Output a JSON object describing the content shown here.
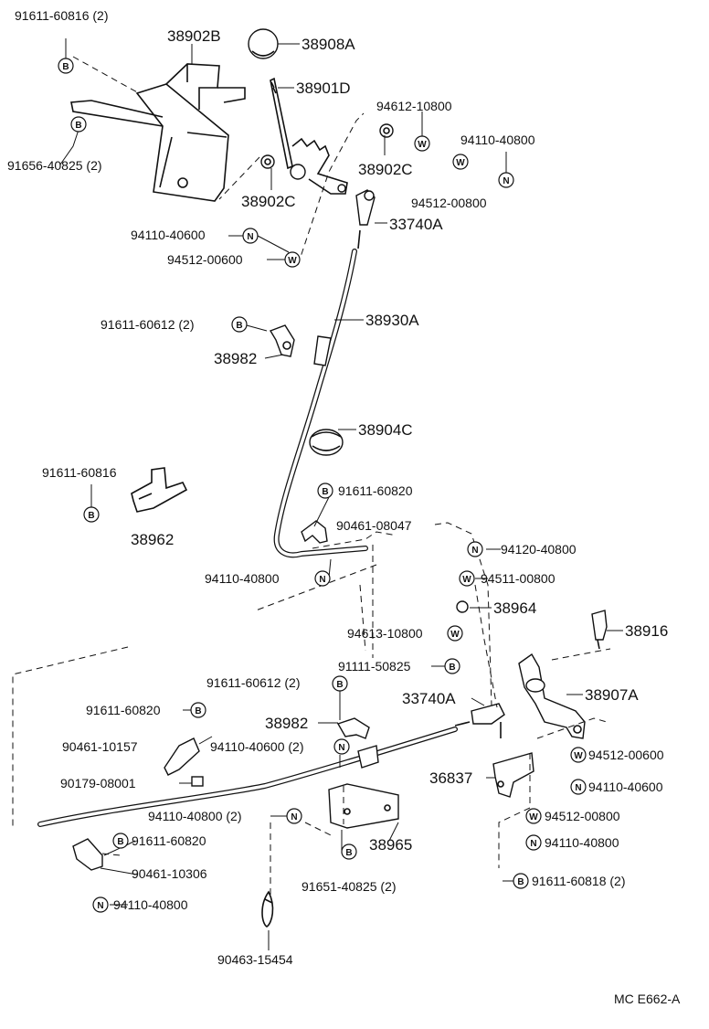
{
  "diagram_code": "MC E662-A",
  "parts": [
    {
      "id": "p01",
      "number": "91611-60816 (2)",
      "badge": "B"
    },
    {
      "id": "p02",
      "number": "38902B",
      "badge": ""
    },
    {
      "id": "p03",
      "number": "38908A",
      "badge": ""
    },
    {
      "id": "p04",
      "number": "38901D",
      "badge": ""
    },
    {
      "id": "p05",
      "number": "91656-40825 (2)",
      "badge": "B"
    },
    {
      "id": "p06",
      "number": "94612-10800",
      "badge": "W"
    },
    {
      "id": "p07",
      "number": "94110-40800",
      "badge": "N"
    },
    {
      "id": "p08",
      "number": "38902C",
      "badge": ""
    },
    {
      "id": "p09",
      "number": "94512-00800",
      "badge": "W"
    },
    {
      "id": "p10",
      "number": "38902C",
      "badge": ""
    },
    {
      "id": "p11",
      "number": "33740A",
      "badge": ""
    },
    {
      "id": "p12",
      "number": "94110-40600",
      "badge": "N"
    },
    {
      "id": "p13",
      "number": "94512-00600",
      "badge": "W"
    },
    {
      "id": "p14",
      "number": "91611-60612 (2)",
      "badge": "B"
    },
    {
      "id": "p15",
      "number": "38930A",
      "badge": ""
    },
    {
      "id": "p16",
      "number": "38982",
      "badge": ""
    },
    {
      "id": "p17",
      "number": "38904C",
      "badge": ""
    },
    {
      "id": "p18",
      "number": "91611-60816",
      "badge": "B"
    },
    {
      "id": "p19",
      "number": "38962",
      "badge": ""
    },
    {
      "id": "p20",
      "number": "91611-60820",
      "badge": "B"
    },
    {
      "id": "p21",
      "number": "90461-08047",
      "badge": ""
    },
    {
      "id": "p22",
      "number": "94120-40800",
      "badge": "N"
    },
    {
      "id": "p23",
      "number": "94110-40800",
      "badge": "N"
    },
    {
      "id": "p24",
      "number": "94511-00800",
      "badge": "W"
    },
    {
      "id": "p25",
      "number": "38964",
      "badge": ""
    },
    {
      "id": "p26",
      "number": "38916",
      "badge": ""
    },
    {
      "id": "p27",
      "number": "94613-10800",
      "badge": "W"
    },
    {
      "id": "p28",
      "number": "91111-50825",
      "badge": "B"
    },
    {
      "id": "p29",
      "number": "91611-60612 (2)",
      "badge": "B"
    },
    {
      "id": "p30",
      "number": "33740A",
      "badge": ""
    },
    {
      "id": "p31",
      "number": "38907A",
      "badge": ""
    },
    {
      "id": "p32",
      "number": "91611-60820",
      "badge": "B"
    },
    {
      "id": "p33",
      "number": "38982",
      "badge": ""
    },
    {
      "id": "p34",
      "number": "90461-10157",
      "badge": ""
    },
    {
      "id": "p35",
      "number": "94110-40600 (2)",
      "badge": "N"
    },
    {
      "id": "p36",
      "number": "94512-00600",
      "badge": "W"
    },
    {
      "id": "p37",
      "number": "36837",
      "badge": ""
    },
    {
      "id": "p38",
      "number": "90179-08001",
      "badge": ""
    },
    {
      "id": "p39",
      "number": "94110-40600",
      "badge": "N"
    },
    {
      "id": "p40",
      "number": "94110-40800 (2)",
      "badge": "N"
    },
    {
      "id": "p41",
      "number": "94512-00800",
      "badge": "W"
    },
    {
      "id": "p42",
      "number": "38965",
      "badge": ""
    },
    {
      "id": "p43",
      "number": "91611-60820",
      "badge": "B"
    },
    {
      "id": "p44",
      "number": "94110-40800",
      "badge": "N"
    },
    {
      "id": "p45",
      "number": "90461-10306",
      "badge": ""
    },
    {
      "id": "p46",
      "number": "91651-40825 (2)",
      "badge": "B"
    },
    {
      "id": "p47",
      "number": "91611-60818 (2)",
      "badge": "B"
    },
    {
      "id": "p48",
      "number": "94110-40800",
      "badge": "N"
    },
    {
      "id": "p49",
      "number": "90463-15454",
      "badge": ""
    }
  ]
}
